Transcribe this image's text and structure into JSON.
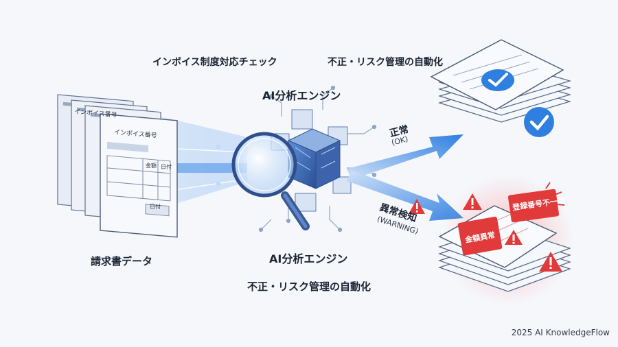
{
  "top_labels": {
    "invoice_check": "インボイス制度対応チェック",
    "fraud_automation": "不正・リスク管理の自動化"
  },
  "engine": {
    "title_top": "AI分析エンジン",
    "title_bottom": "AI分析エンジン",
    "subtitle_bottom": "不正・リスク管理の自動化"
  },
  "input": {
    "caption": "請求書データ",
    "doc_header": "インボイス番号",
    "col_amount": "金額",
    "col_date": "日付",
    "footer_date": "日付"
  },
  "results": {
    "ok_label": "正常",
    "ok_sub": "(OK)",
    "warn_label": "異常検知",
    "warn_sub": "(WARNING)",
    "tag_registration_mismatch": "登録番号不一致",
    "tag_amount_anomaly": "金額異常"
  },
  "colors": {
    "ok_blue": "#2f7fe0",
    "warn_red": "#e03a3a",
    "beam_blue": "#6fa8ee"
  },
  "credit": "2025 AI KnowledgeFlow"
}
